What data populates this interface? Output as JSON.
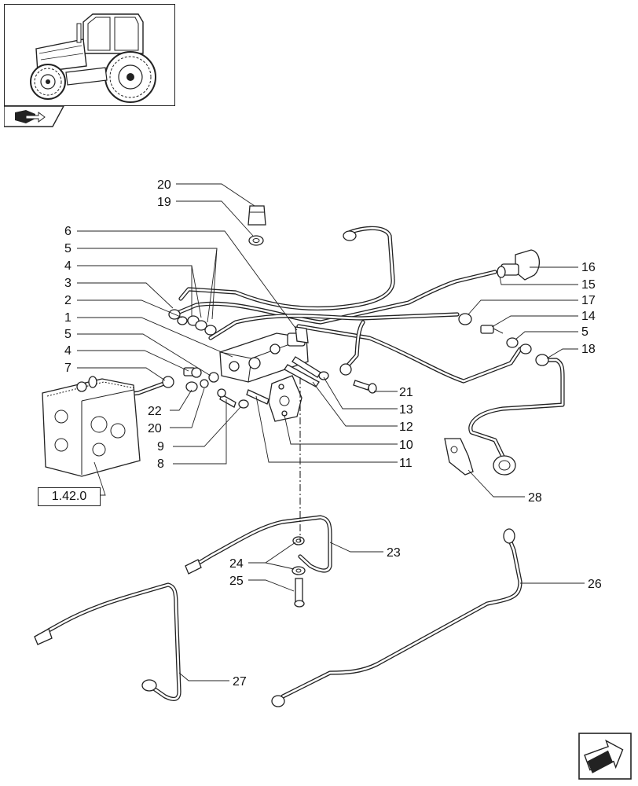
{
  "callouts": {
    "c1": "1",
    "c2": "2",
    "c3": "3",
    "c4a": "4",
    "c4b": "4",
    "c5a": "5",
    "c5b": "5",
    "c5c": "5",
    "c6": "6",
    "c7": "7",
    "c8": "8",
    "c9": "9",
    "c10": "10",
    "c11": "11",
    "c12": "12",
    "c13": "13",
    "c14": "14",
    "c15": "15",
    "c16": "16",
    "c17": "17",
    "c18": "18",
    "c19": "19",
    "c20a": "20",
    "c20b": "20",
    "c21": "21",
    "c22": "22",
    "c23": "23",
    "c24": "24",
    "c25": "25",
    "c26": "26",
    "c27": "27",
    "c28": "28"
  },
  "reference": {
    "label": "1.42.0"
  },
  "icons": {
    "thumbnail": "tractor-illustration-icon",
    "nav_tab": "book-arrow-icon",
    "nav_next": "next-page-arrow-icon"
  },
  "colors": {
    "line": "#222222",
    "background": "#ffffff"
  }
}
